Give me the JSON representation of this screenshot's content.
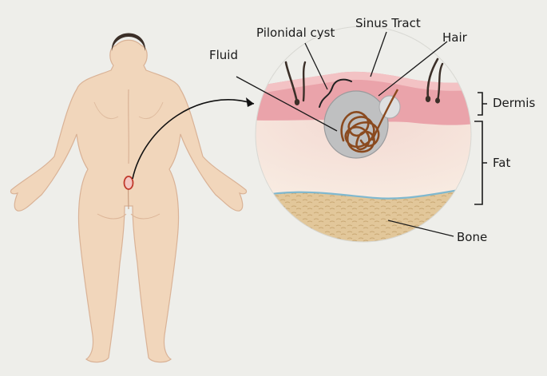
{
  "labels": {
    "pilonidal_cyst": "Pilonidal cyst",
    "sinus_tract": "Sinus Tract",
    "hair": "Hair",
    "fluid": "Fluid",
    "dermis": "Dermis",
    "fat": "Fat",
    "bone": "Bone"
  },
  "colors": {
    "background": "#eeeeea",
    "skin": "#f1d6bb",
    "skin_shadow": "#ddb597",
    "hair_dark": "#3b2f28",
    "dermis": "#eaa3aa",
    "fat": "#f8ece2",
    "bone": "#e2c79a",
    "cyst": "#bfc0c1",
    "coiled_hair": "#8a4a1f",
    "periosteum": "#7fb8cf"
  }
}
